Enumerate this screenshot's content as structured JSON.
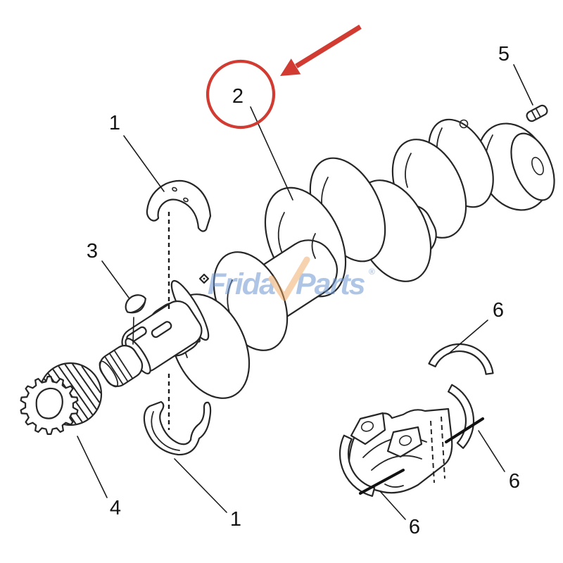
{
  "callouts": {
    "bearing_upper": "1",
    "bearing_lower": "1",
    "crankshaft": "2",
    "woodruff_key": "3",
    "timing_gear": "4",
    "dowel_pin": "5",
    "thrust_washer_upper": "6",
    "thrust_washer_right": "6",
    "thrust_washer_lower": "6"
  },
  "watermark": {
    "brand": "FridayParts",
    "text_left": "Frida",
    "text_right": "Parts",
    "registered_mark": "®",
    "check_icon": "orange-check-icon"
  },
  "colors": {
    "highlight_red": "#d13b32",
    "watermark_blue": "#6f97d2",
    "watermark_orange": "#f0a45c",
    "line_black": "#262626"
  }
}
